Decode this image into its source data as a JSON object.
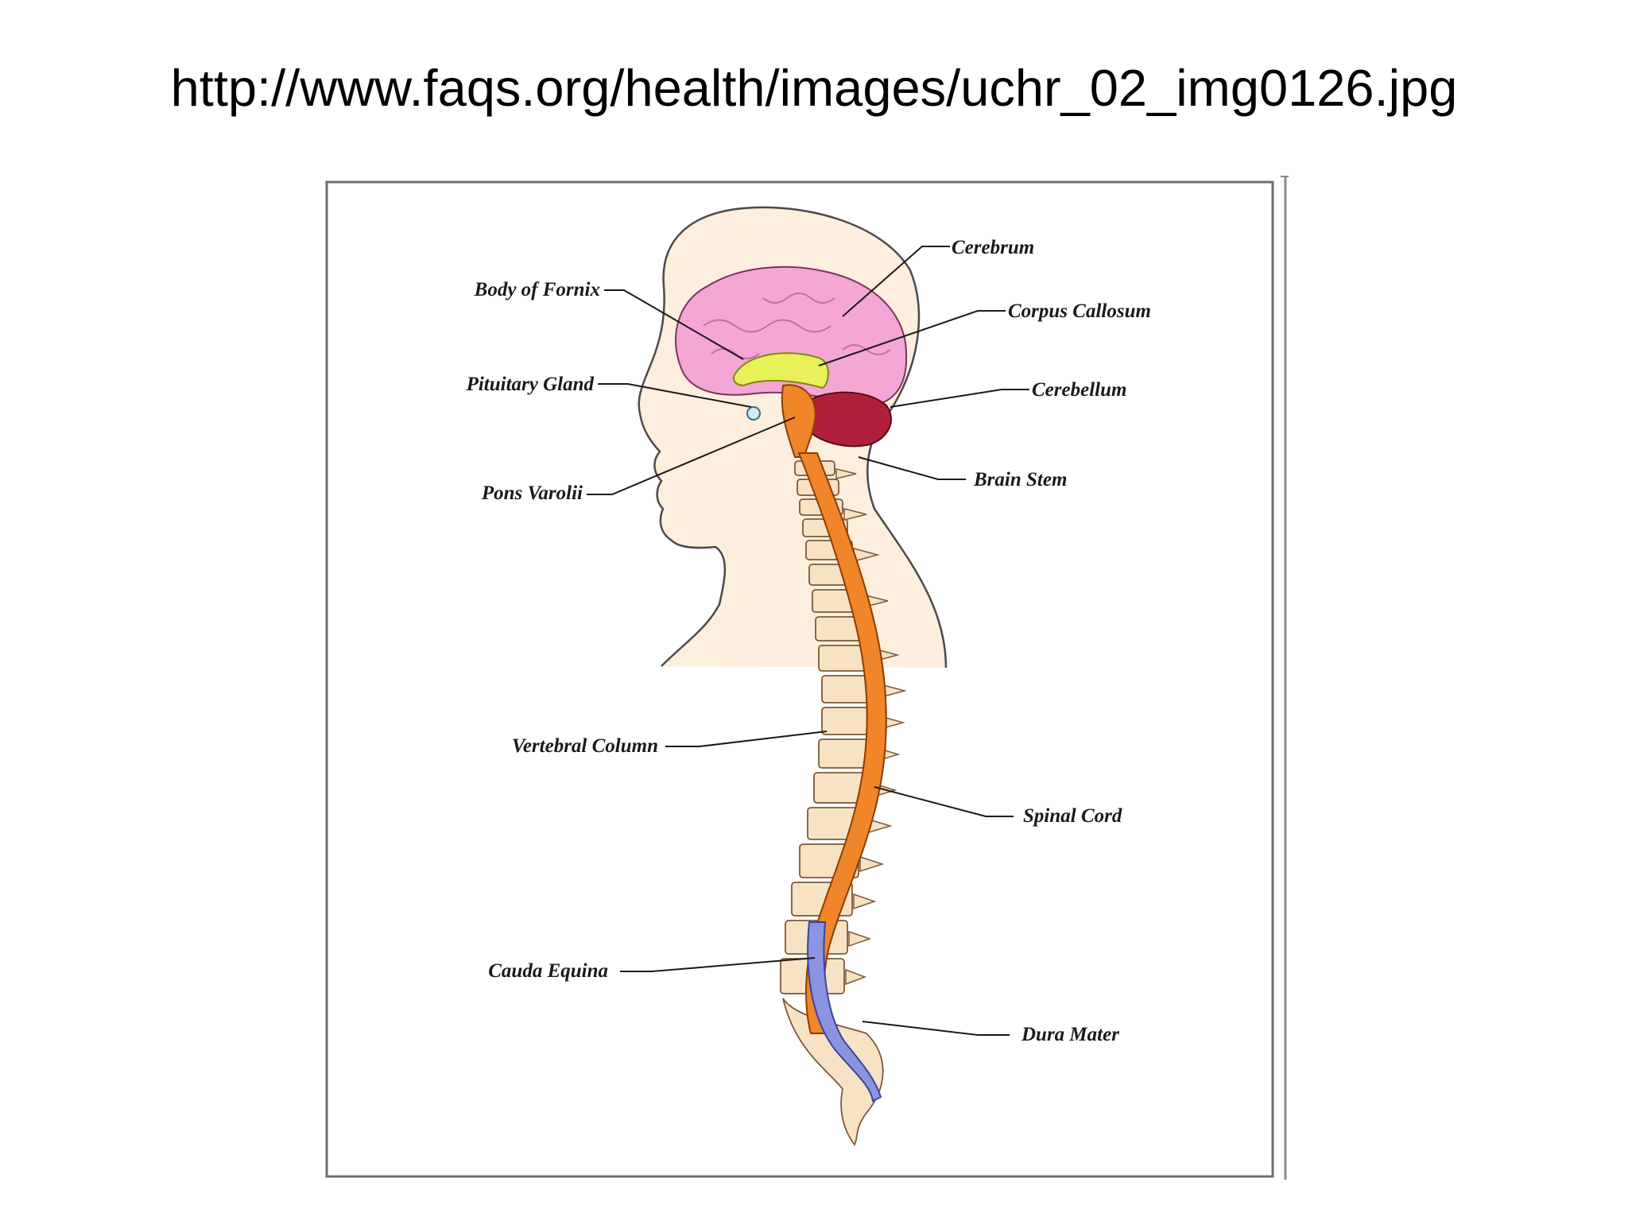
{
  "slide": {
    "title": "http://www.faqs.org/health/images/uchr_02_img0126.jpg"
  },
  "diagram": {
    "labels": {
      "cerebrum": "Cerebrum",
      "body_of_fornix": "Body of Fornix",
      "corpus_callosum": "Corpus Callosum",
      "pituitary_gland": "Pituitary Gland",
      "cerebellum": "Cerebellum",
      "pons_varolii": "Pons Varolii",
      "brain_stem": "Brain Stem",
      "vertebral_column": "Vertebral Column",
      "spinal_cord": "Spinal Cord",
      "cauda_equina": "Cauda Equina",
      "dura_mater": "Dura Mater"
    },
    "colors": {
      "cerebrum": "#f4a6d4",
      "corpus_callosum": "#e8f05a",
      "cerebellum": "#b0203a",
      "spinal_cord": "#f0852a",
      "vertebrae": "#f8e2c4",
      "skin": "#fdeedd",
      "dura_mater": "#8a94e0"
    }
  }
}
